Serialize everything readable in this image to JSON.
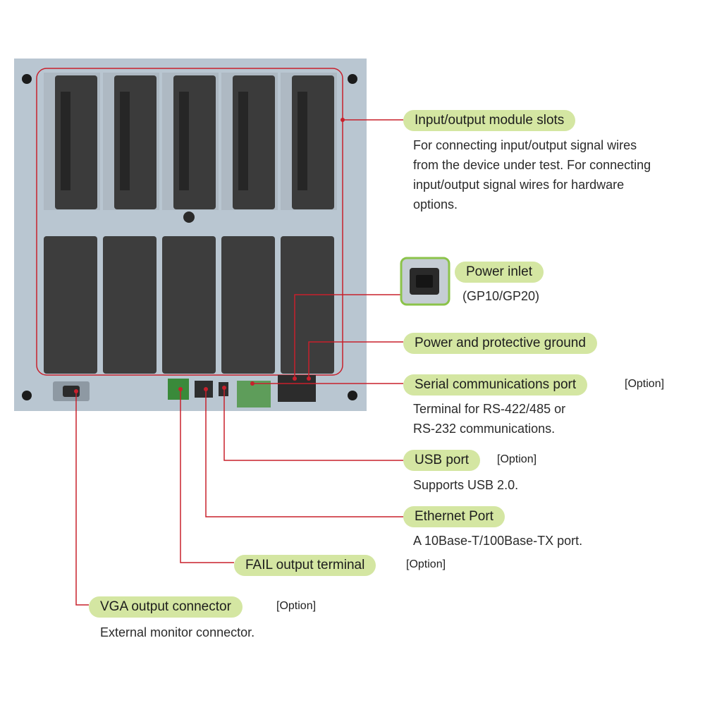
{
  "callouts": {
    "io_slots": {
      "title": "Input/output module slots",
      "desc_lines": [
        "For connecting input/output signal wires",
        "from the device under test. For connecting",
        "input/output signal wires for hardware",
        "options."
      ]
    },
    "power_inlet": {
      "title": "Power inlet",
      "desc_lines": [
        "(GP10/GP20)"
      ]
    },
    "power_ground": {
      "title": "Power and protective ground"
    },
    "serial": {
      "title": "Serial communications port",
      "option": "[Option]",
      "desc_lines": [
        "Terminal for RS-422/485 or",
        "RS-232 communications."
      ]
    },
    "usb": {
      "title": "USB port",
      "option": "[Option]",
      "desc_lines": [
        "Supports USB 2.0."
      ]
    },
    "ethernet": {
      "title": "Ethernet Port",
      "desc_lines": [
        "A 10Base-T/100Base-TX port."
      ]
    },
    "fail": {
      "title": "FAIL output terminal",
      "option": "[Option]"
    },
    "vga": {
      "title": "VGA output connector",
      "option": "[Option]",
      "desc_lines": [
        "External monitor connector."
      ]
    }
  },
  "colors": {
    "leader_line": "#c8202c",
    "pill": "#d4e6a2",
    "panel": "#b7c4cf",
    "module": "#3a3a3a",
    "inlet_border": "#8bc34a"
  }
}
